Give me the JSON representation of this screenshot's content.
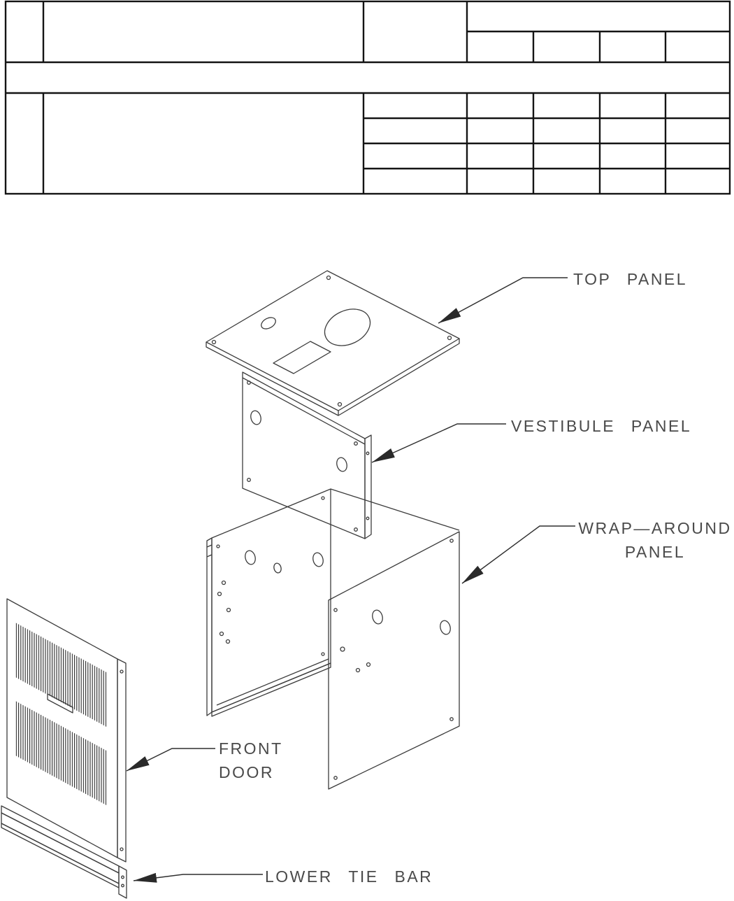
{
  "diagram": {
    "labels": {
      "top_panel": "TOP PANEL",
      "vestibule_panel": "VESTIBULE PANEL",
      "wrap_around_line1": "WRAP—AROUND",
      "wrap_around_line2": "PANEL",
      "front_door_line1": "FRONT",
      "front_door_line2": "DOOR",
      "lower_tie_bar": "LOWER TIE BAR"
    },
    "colors": {
      "drawing_line": "#3c3c3c",
      "table_line": "#141414",
      "label_text": "#4a4a4a",
      "arrow_fill": "#2a2a2a",
      "background": "#ffffff"
    }
  }
}
